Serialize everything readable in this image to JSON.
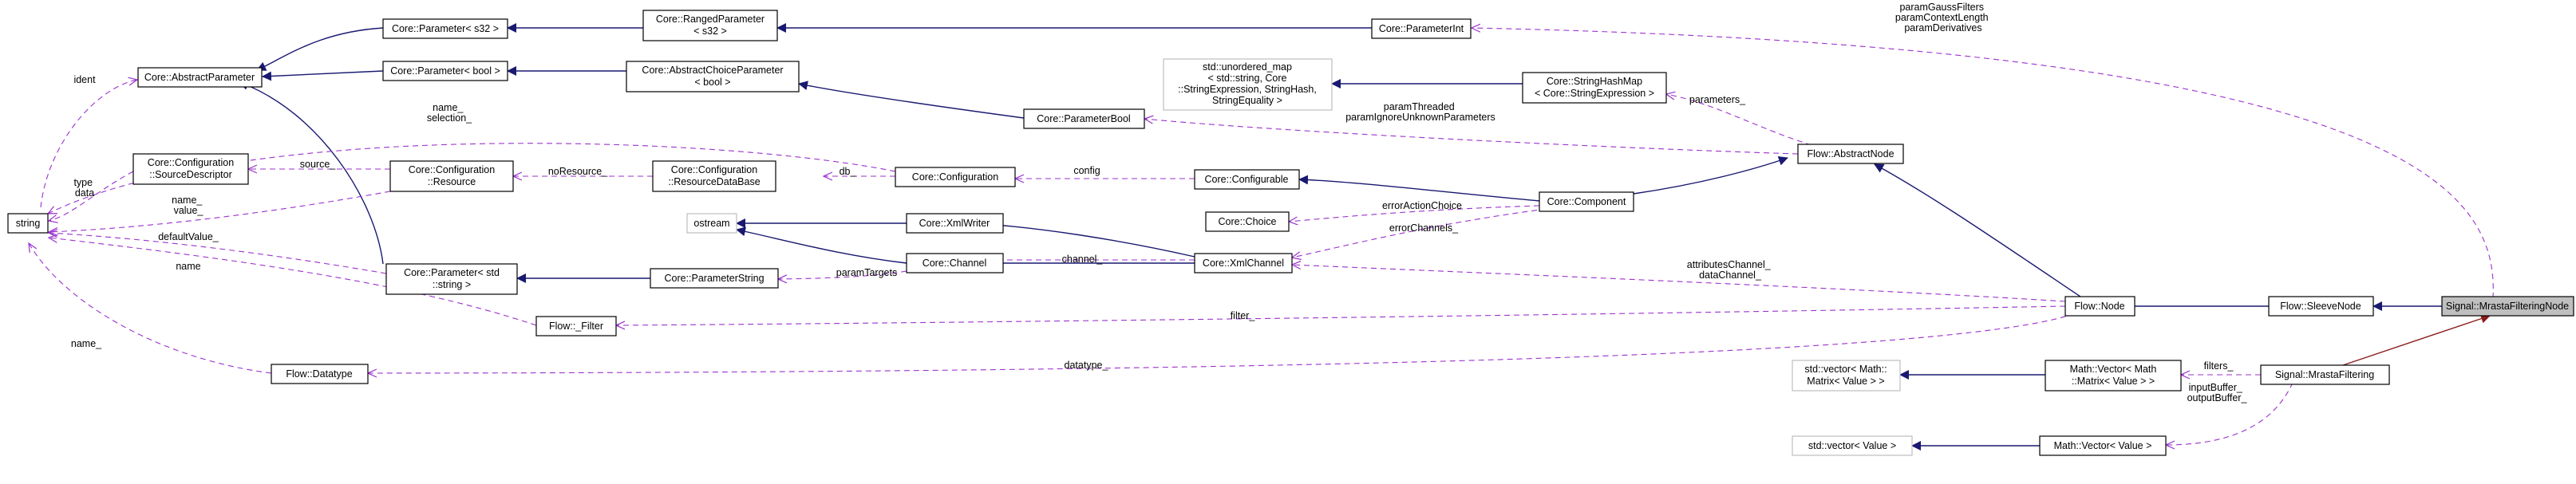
{
  "diagram": {
    "nodes": {
      "string": [
        "string"
      ],
      "core_abstract_parameter": [
        "Core::AbstractParameter"
      ],
      "core_parameter_s32": [
        "Core::Parameter< s32 >"
      ],
      "core_ranged_parameter": [
        "Core::RangedParameter",
        "< s32 >"
      ],
      "core_parameter_int": [
        "Core::ParameterInt"
      ],
      "core_parameter_bool": [
        "Core::Parameter< bool >"
      ],
      "core_abstract_choice_parameter": [
        "Core::AbstractChoiceParameter",
        "< bool >"
      ],
      "core_parameter_bool_class": [
        "Core::ParameterBool"
      ],
      "std_unordered_map": [
        "std::unordered_map",
        "< std::string, Core",
        "::StringExpression, StringHash,",
        "StringEquality >"
      ],
      "core_string_hash_map": [
        "Core::StringHashMap",
        "< Core::StringExpression >"
      ],
      "core_configuration_source_descriptor": [
        "Core::Configuration",
        "::SourceDescriptor"
      ],
      "core_configuration_resource": [
        "Core::Configuration",
        "::Resource"
      ],
      "core_configuration_resource_database": [
        "Core::Configuration",
        "::ResourceDataBase"
      ],
      "core_configuration": [
        "Core::Configuration"
      ],
      "core_configurable": [
        "Core::Configurable"
      ],
      "core_choice": [
        "Core::Choice"
      ],
      "core_component": [
        "Core::Component"
      ],
      "flow_abstract_node": [
        "Flow::AbstractNode"
      ],
      "ostream": [
        "ostream"
      ],
      "core_xml_writer": [
        "Core::XmlWriter"
      ],
      "core_channel": [
        "Core::Channel"
      ],
      "core_xml_channel": [
        "Core::XmlChannel"
      ],
      "core_parameter_string_std": [
        "Core::Parameter< std",
        "::string >"
      ],
      "core_parameter_string": [
        "Core::ParameterString"
      ],
      "flow_filter": [
        "Flow::_Filter"
      ],
      "flow_node": [
        "Flow::Node"
      ],
      "flow_sleeve_node": [
        "Flow::SleeveNode"
      ],
      "signal_mrasta_filtering_node": [
        "Signal::MrastaFilteringNode"
      ],
      "flow_datatype": [
        "Flow::Datatype"
      ],
      "std_vector_matrix": [
        "std::vector< Math::",
        "Matrix< Value > >"
      ],
      "math_vector_matrix": [
        "Math::Vector< Math",
        "::Matrix< Value > >"
      ],
      "signal_mrasta_filtering": [
        "Signal::MrastaFiltering"
      ],
      "std_vector_value": [
        "std::vector< Value >"
      ],
      "math_vector_value": [
        "Math::Vector< Value >"
      ]
    },
    "edge_labels": {
      "param_int": [
        "paramGaussFilters",
        "paramContextLength",
        "paramDerivatives"
      ],
      "ident": [
        "ident"
      ],
      "name_selection": [
        "name_",
        "selection_"
      ],
      "param_threaded": [
        "paramThreaded",
        "paramIgnoreUnknownParameters"
      ],
      "parameters": [
        "parameters_"
      ],
      "source": [
        "source_"
      ],
      "type_data": [
        "type",
        "data"
      ],
      "no_resource": [
        "noResource_"
      ],
      "db": [
        "db_"
      ],
      "config": [
        "config"
      ],
      "name_value": [
        "name_",
        "value_"
      ],
      "default_value": [
        "defaultValue_"
      ],
      "error_action_choice": [
        "errorActionChoice"
      ],
      "error_channels": [
        "errorChannels_"
      ],
      "channel": [
        "channel_"
      ],
      "param_targets": [
        "paramTargets"
      ],
      "name": [
        "name"
      ],
      "attributes_channel": [
        "attributesChannel_",
        "dataChannel_"
      ],
      "filter": [
        "filter_"
      ],
      "datatype": [
        "datatype_"
      ],
      "name_dt": [
        "name_"
      ],
      "filters": [
        "filters_"
      ],
      "input_output": [
        "inputBuffer_",
        "outputBuffer_"
      ]
    }
  }
}
